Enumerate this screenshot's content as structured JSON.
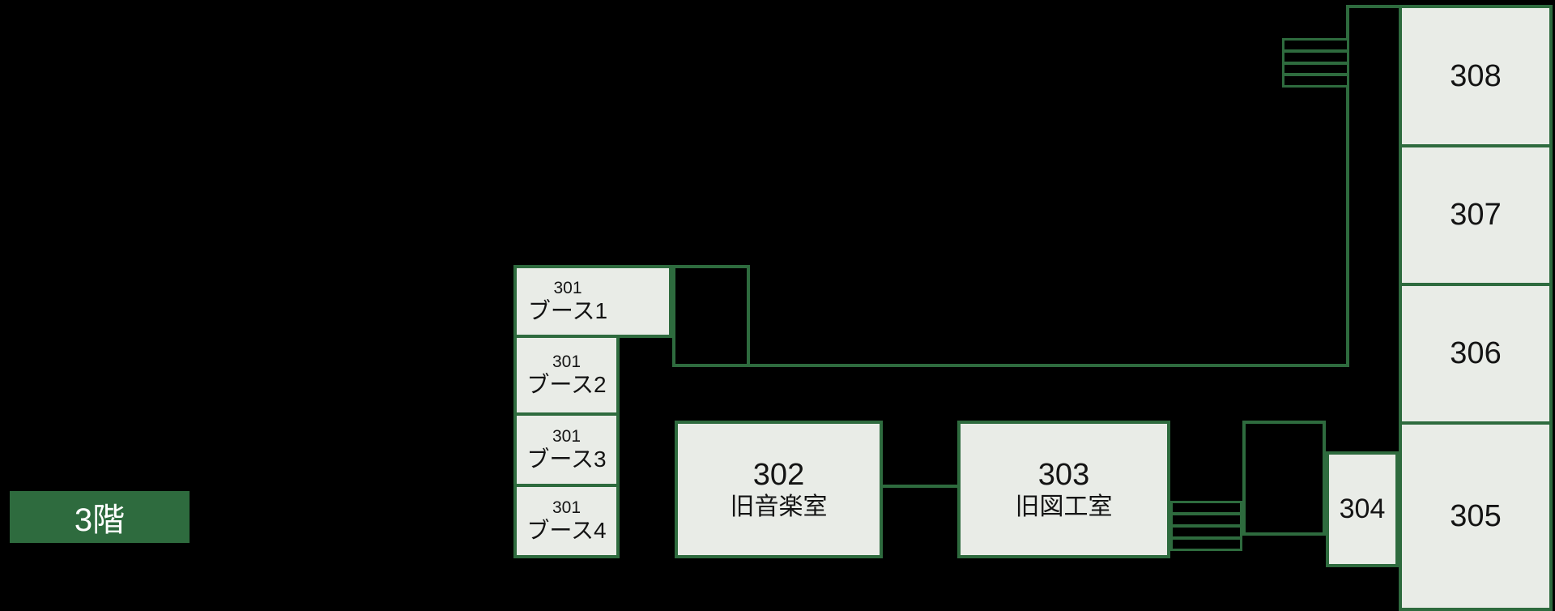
{
  "floor": {
    "label": "3階"
  },
  "colors": {
    "background": "#000000",
    "outline_green": "#2e6b3e",
    "room_fill": "#e9ece7",
    "room_text": "#141414",
    "floor_label_bg": "#2e6b3e",
    "floor_label_text": "#ffffff"
  },
  "rooms": {
    "r308": {
      "number": "308"
    },
    "r307": {
      "number": "307"
    },
    "r306": {
      "number": "306"
    },
    "r305": {
      "number": "305"
    },
    "r304": {
      "number": "304"
    },
    "r302": {
      "number": "302",
      "name": "旧音楽室"
    },
    "r303": {
      "number": "303",
      "name": "旧図工室"
    },
    "booths": [
      {
        "number": "301",
        "name": "ブース1"
      },
      {
        "number": "301",
        "name": "ブース2"
      },
      {
        "number": "301",
        "name": "ブース3"
      },
      {
        "number": "301",
        "name": "ブース4"
      }
    ]
  },
  "icons": {
    "stairs_top": "stairs-icon",
    "stairs_bottom": "stairs-icon"
  }
}
